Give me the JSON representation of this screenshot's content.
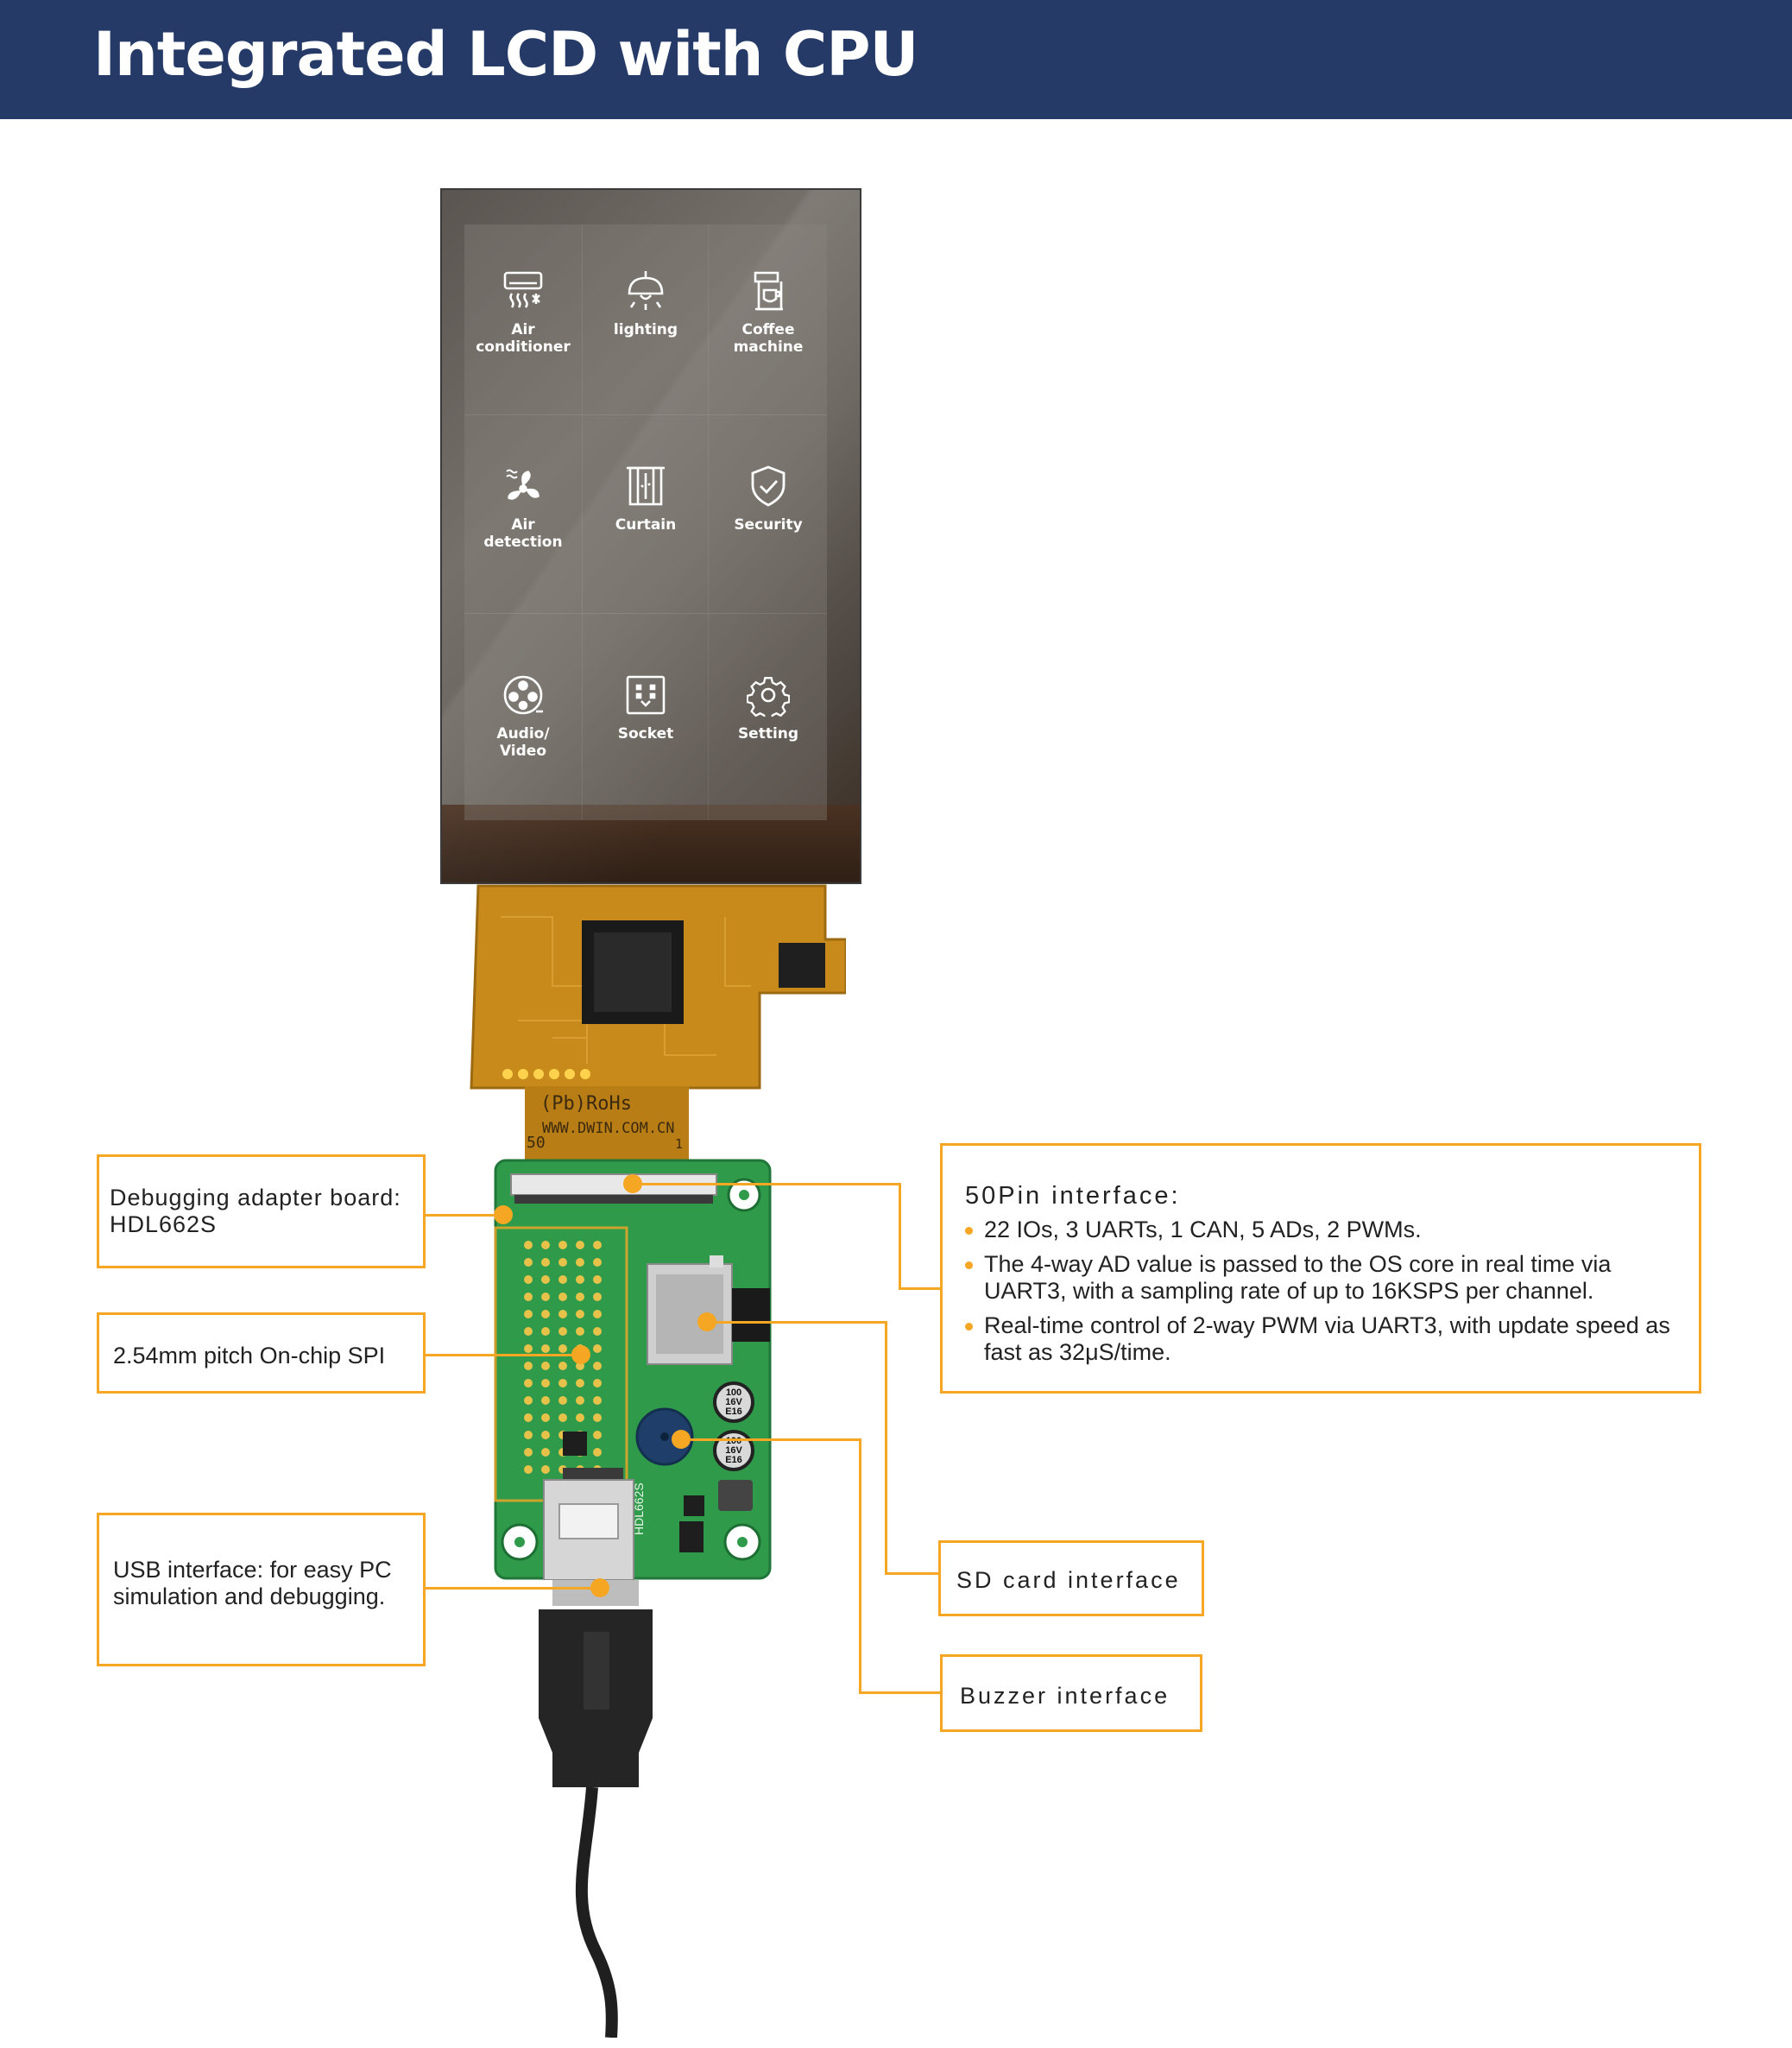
{
  "header": {
    "title": "Integrated LCD with CPU"
  },
  "lcd": {
    "tiles": [
      {
        "label": "Air\nconditioner",
        "icon": "air-conditioner-icon"
      },
      {
        "label": "lighting",
        "icon": "lamp-icon"
      },
      {
        "label": "Coffee\nmachine",
        "icon": "coffee-machine-icon"
      },
      {
        "label": "Air\ndetection",
        "icon": "fan-icon"
      },
      {
        "label": "Curtain",
        "icon": "curtain-icon"
      },
      {
        "label": "Security",
        "icon": "shield-icon"
      },
      {
        "label": "Audio/\nVideo",
        "icon": "film-reel-icon"
      },
      {
        "label": "Socket",
        "icon": "socket-icon"
      },
      {
        "label": "Setting",
        "icon": "gear-icon"
      }
    ]
  },
  "fpc": {
    "marking_pb_rohs": "(Pb)RoHs",
    "marking_url": "WWW.DWIN.COM.CN",
    "pin_left": "50",
    "pin_right": "1"
  },
  "board": {
    "model": "HDL662S",
    "cap_label": "100\n16V\nE16"
  },
  "callouts": {
    "debug": "Debugging adapter board:\nHDL662S",
    "spi": "2.54mm pitch On-chip SPI",
    "usb": "USB interface: for easy PC\nsimulation and debugging.",
    "pin50_title": "50Pin interface:",
    "pin50_items": [
      "22 IOs, 3 UARTs, 1 CAN, 5 ADs, 2 PWMs.",
      "The 4-way AD value is passed to the OS core in real time via UART3, with a sampling rate of up to 16KSPS per channel.",
      "Real-time control of 2-way PWM via UART3, with update speed as fast as 32μS/time."
    ],
    "sd": "SD card interface",
    "buzzer": "Buzzer interface"
  },
  "colors": {
    "header_bg": "#253a66",
    "accent": "#f5a623",
    "pcb": "#2f9a4a",
    "fpc": "#c98a1c"
  }
}
